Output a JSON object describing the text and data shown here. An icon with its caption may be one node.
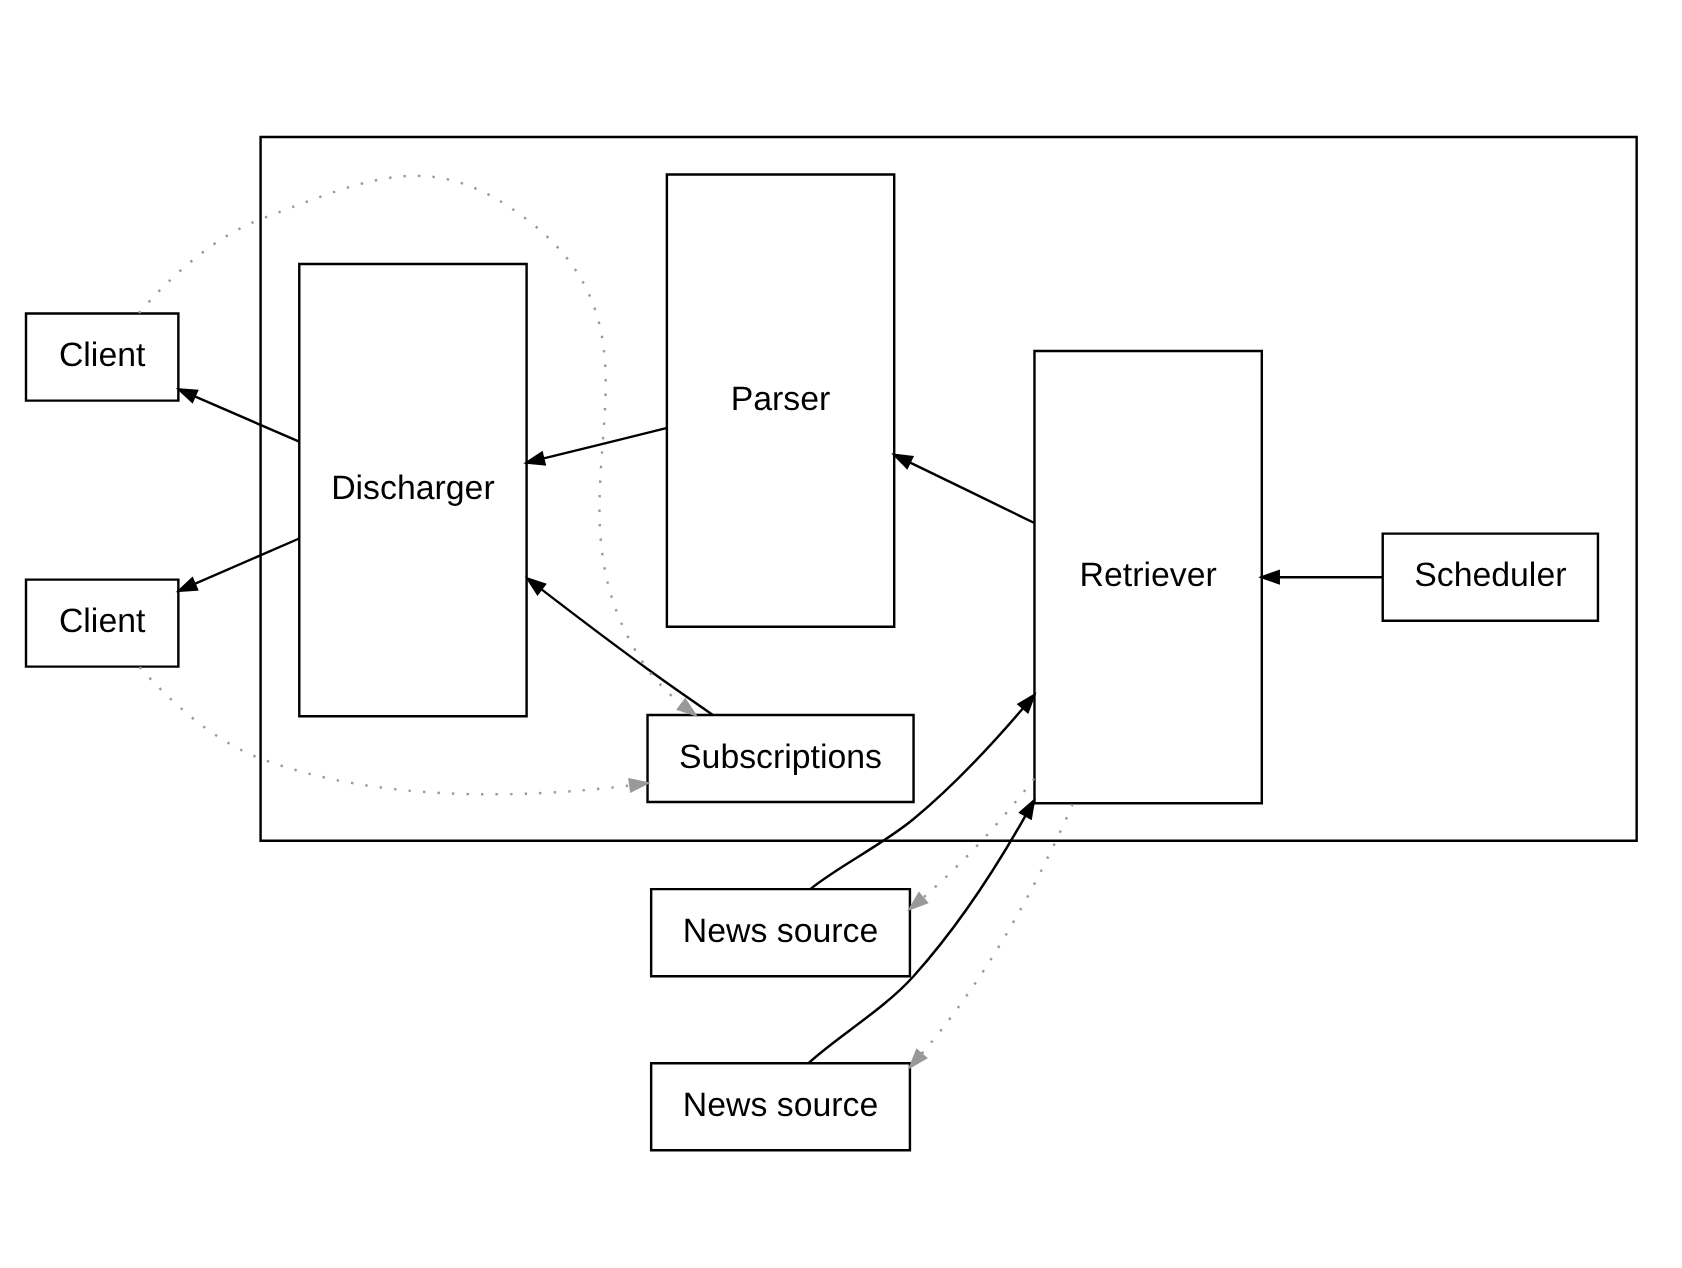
{
  "diagram": {
    "nodes": [
      {
        "text": [],
        "shape": "box"
      },
      {
        "text": [
          "Scheduler"
        ],
        "in": 0
      },
      {
        "text": [
          "Discharger"
        ],
        "in": 0
      },
      {
        "text": [
          "Parser"
        ],
        "in": 0
      },
      {
        "text": [
          "Retriever"
        ],
        "in": 0
      },
      {
        "text": [
          "Subscriptions"
        ],
        "in": 0
      },
      {
        "text": [
          "Client"
        ]
      },
      {
        "text": [
          "News source"
        ]
      },
      {
        "text": [
          "Client"
        ]
      },
      {
        "text": [
          "News source"
        ]
      }
    ],
    "edges": [
      {
        "from": 1,
        "to": 4,
        "arrow": "to"
      },
      {
        "from": 4,
        "to": 3,
        "arrow": "to"
      },
      {
        "from": 3,
        "to": 2,
        "arrow": "to"
      },
      {
        "from": 5,
        "to": 2,
        "arrow": "to"
      },
      {
        "from": 2,
        "to": 6,
        "arrow": "to"
      },
      {
        "from": 2,
        "to": 8,
        "arrow": "to"
      },
      {
        "from": 6,
        "to": 5,
        "arrow": "to",
        "style": "dashed",
        "color": "#999999"
      },
      {
        "from": 8,
        "to": 5,
        "arrow": "to",
        "style": "dashed",
        "color": "#999999"
      },
      {
        "from": 7,
        "to": 4,
        "arrow": "to"
      },
      {
        "from": 4,
        "to": 7,
        "arrow": "to",
        "style": "dashed",
        "color": "#999999"
      },
      {
        "from": 9,
        "to": 4,
        "arrow": "to"
      },
      {
        "from": 4,
        "to": 9,
        "arrow": "to",
        "style": "dashed",
        "color": "#999999"
      }
    ]
  }
}
